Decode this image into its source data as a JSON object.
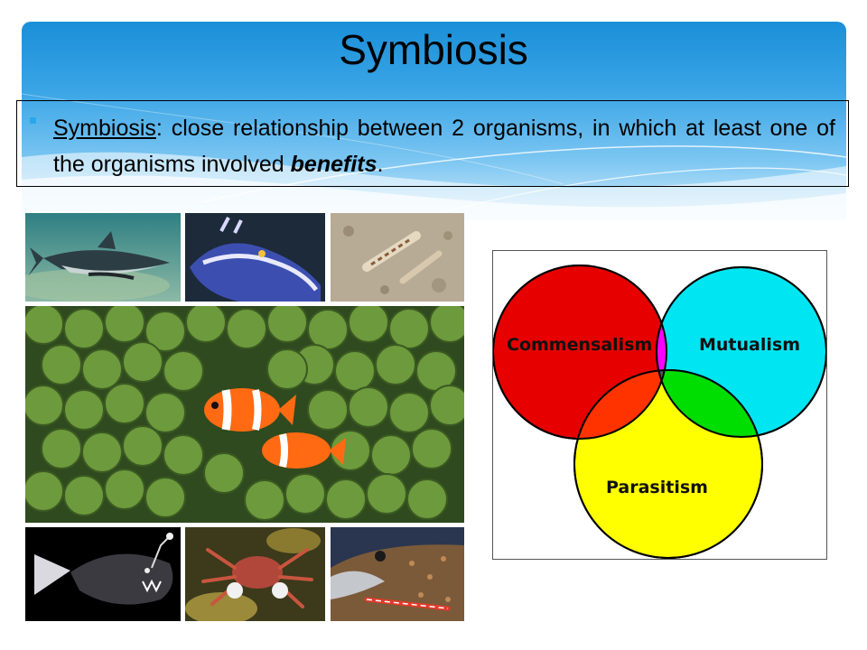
{
  "slide": {
    "title": "Symbiosis",
    "bullet": {
      "term": "Symbiosis",
      "colon": ":",
      "text_before": "  close relationship between 2 organisms, in which at least one of the organisms involved ",
      "emphasis": "benefits",
      "end": "."
    }
  },
  "colors": {
    "band_top": "#1a8fd8",
    "bullet_accent": "#2aa7e8",
    "commensalism": "#e60000",
    "mutualism": "#00e5f2",
    "parasitism": "#ffff00",
    "overlap_cm": "#ff00ff",
    "overlap_cp": "#ff3300",
    "overlap_mp": "#00dd00",
    "overlap_all": "#555555"
  },
  "photos": [
    {
      "name": "shark-and-remoras-photo",
      "icon": "shark-icon"
    },
    {
      "name": "nudibranch-photo",
      "icon": "sea-slug-icon"
    },
    {
      "name": "goby-and-shrimp-photo",
      "icon": "goby-icon"
    },
    {
      "name": "clownfish-in-anemone-photo",
      "icon": "clownfish-icon"
    },
    {
      "name": "anglerfish-photo",
      "icon": "anglerfish-icon"
    },
    {
      "name": "crab-photo",
      "icon": "crab-icon"
    },
    {
      "name": "moray-eel-and-cleaner-shrimp-photo",
      "icon": "eel-icon"
    }
  ],
  "venn": {
    "commensalism": "Commensalism",
    "mutualism": "Mutualism",
    "parasitism": "Parasitism"
  }
}
